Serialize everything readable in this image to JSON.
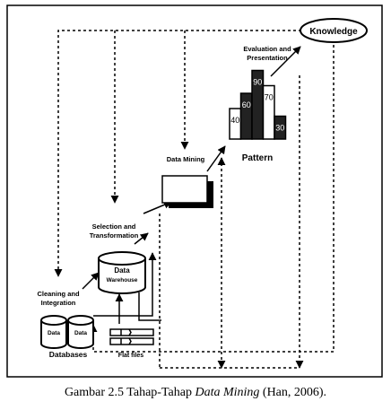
{
  "figure": {
    "nodes": {
      "knowledge": "Knowledge",
      "evaluation": [
        "Evaluation and",
        "Presentation"
      ],
      "pattern": "Pattern",
      "data_mining": "Data Mining",
      "selection": [
        "Selection and",
        "Transformation"
      ],
      "warehouse": [
        "Data",
        "Warehouse"
      ],
      "cleaning": [
        "Cleaning and",
        "Integration"
      ],
      "databases": "Databases",
      "db_label": "Data",
      "flat_files": "Flat files"
    },
    "pattern_bars": [
      {
        "label": "40",
        "value": 40,
        "fill": "white"
      },
      {
        "label": "60",
        "value": 60,
        "fill": "black"
      },
      {
        "label": "90",
        "value": 90,
        "fill": "black"
      },
      {
        "label": "70",
        "value": 70,
        "fill": "white"
      },
      {
        "label": "30",
        "value": 30,
        "fill": "black"
      }
    ]
  },
  "caption": {
    "prefix": "Gambar 2.5 Tahap-Tahap ",
    "italic": "Data Mining",
    "suffix": " (Han, 2006)."
  }
}
